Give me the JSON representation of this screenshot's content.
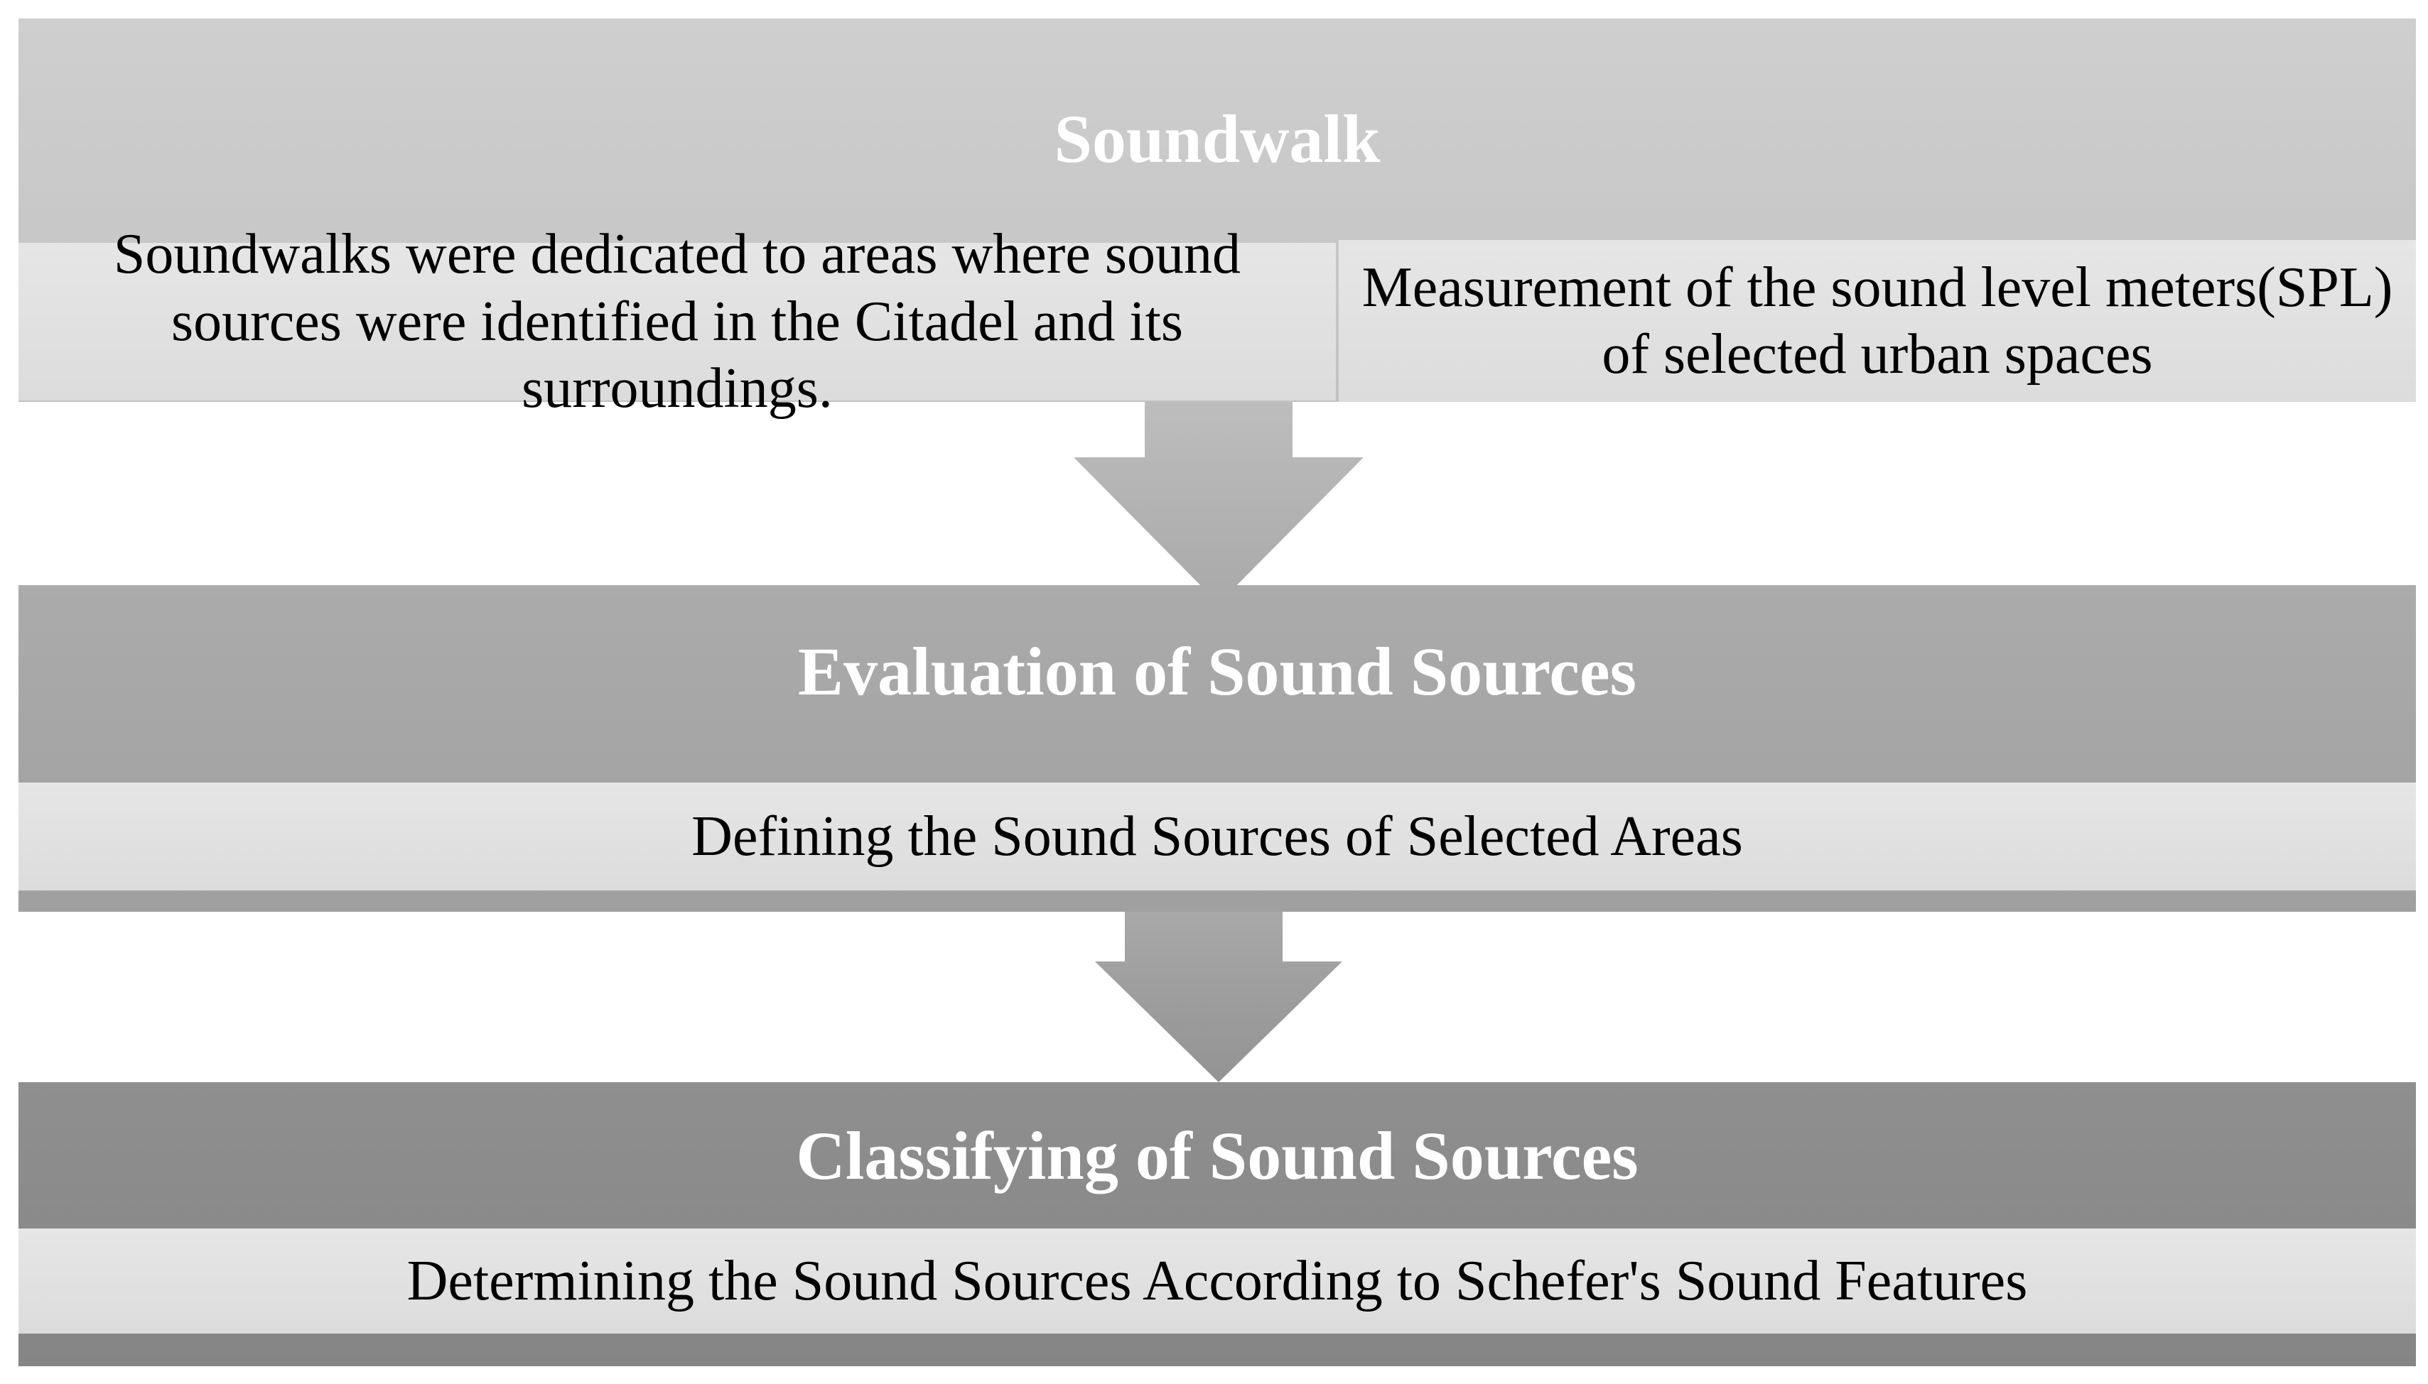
{
  "diagram": {
    "stage1": {
      "title": "Soundwalk",
      "left_text": "Soundwalks were dedicated to areas where sound sources were identified in the Citadel and its surroundings.",
      "right_text": "Measurement of the sound level meters(SPL) of selected urban spaces"
    },
    "stage2": {
      "title": "Evaluation of Sound Sources",
      "text": "Defining the Sound Sources of  Selected Areas"
    },
    "stage3": {
      "title": "Classifying of Sound Sources",
      "text": "Determining the Sound Sources According to Schefer's Sound Features"
    },
    "colors": {
      "stage1_header": "#c8c8c8",
      "stage2_header": "#a6a6a6",
      "stage3_header": "#8c8c8c",
      "panel": "#e0e0e0",
      "arrow": "#b4b4b4"
    }
  }
}
